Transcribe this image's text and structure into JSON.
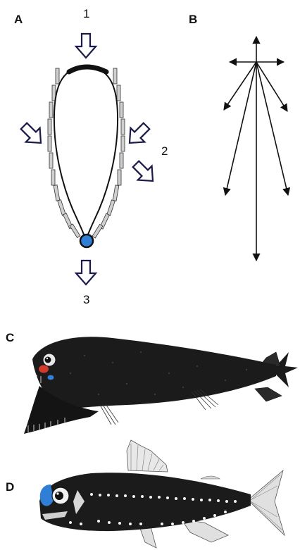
{
  "panels": {
    "a": {
      "label": "A"
    },
    "b": {
      "label": "B"
    },
    "c": {
      "label": "C"
    },
    "d": {
      "label": "D"
    }
  },
  "diagram_a": {
    "arrow_labels": [
      "1",
      "2",
      "3"
    ]
  },
  "colors": {
    "arrow_outline": "#1a1a4a",
    "photophore": "#2f7fd6",
    "red_photophore": "#d23b2b",
    "fish_body": "#1b1b1b",
    "reflector": "#cfcfcf"
  }
}
